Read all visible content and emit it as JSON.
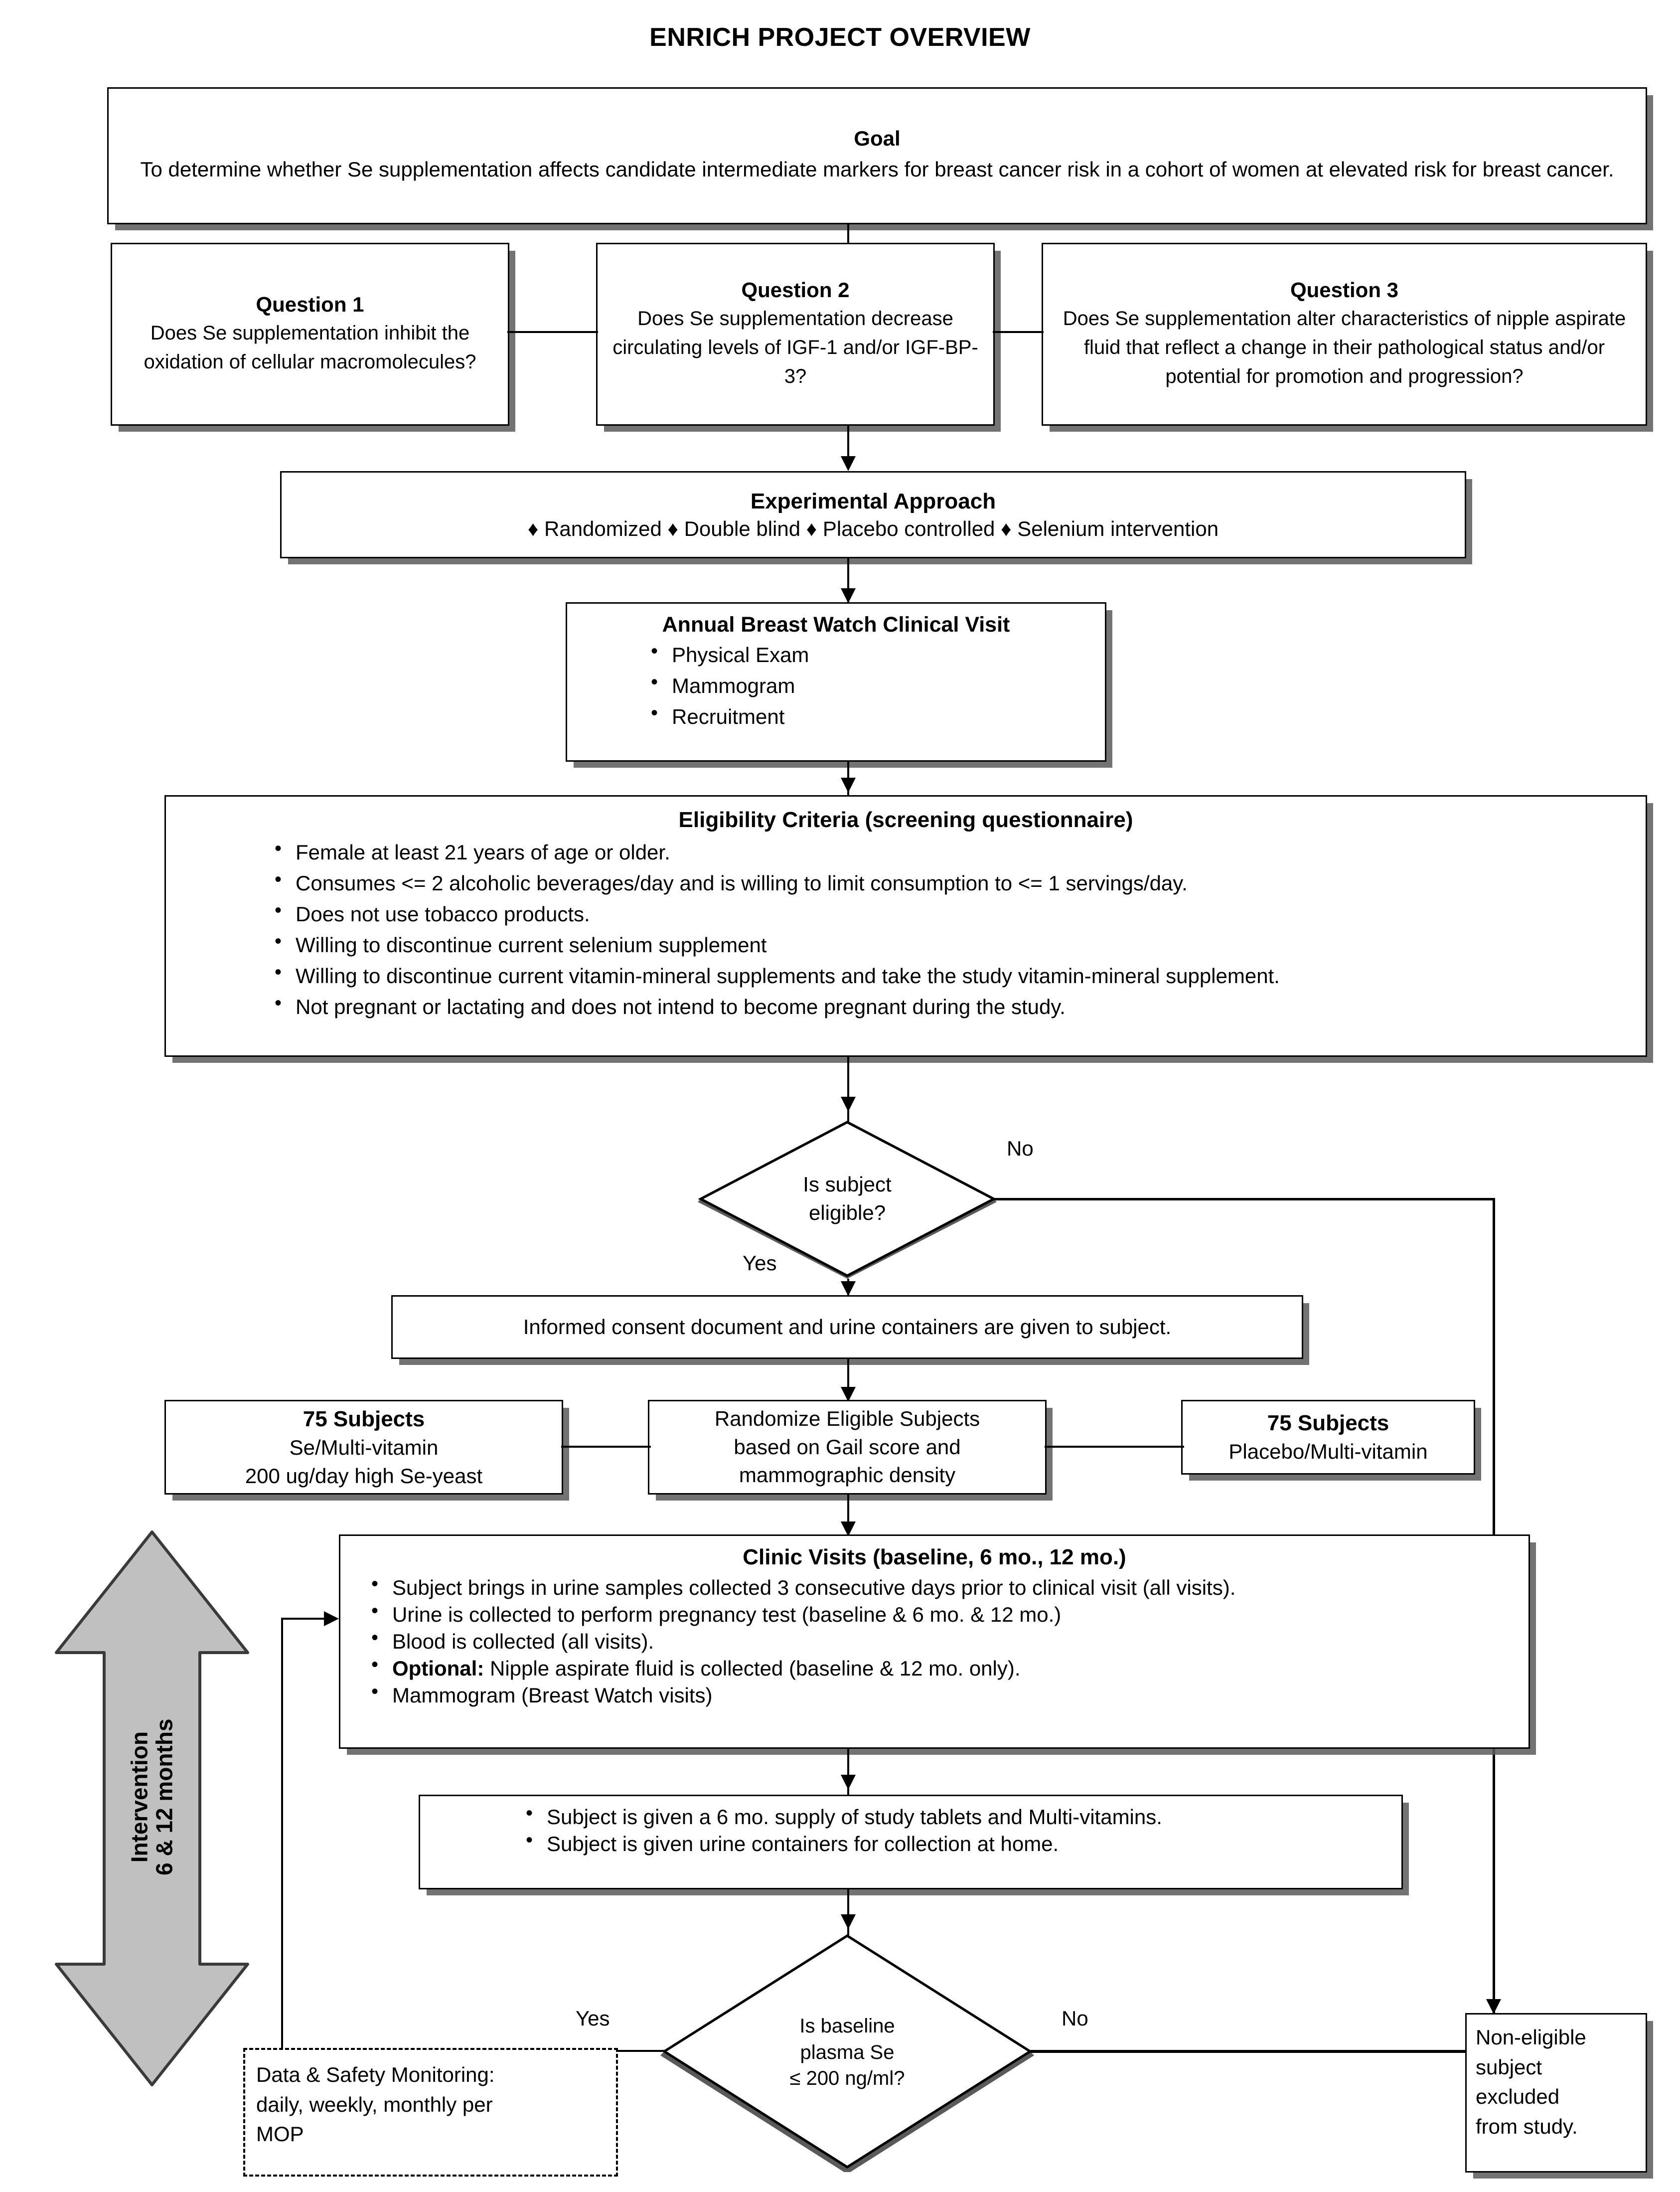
{
  "title": "ENRICH PROJECT OVERVIEW",
  "goal": {
    "heading": "Goal",
    "text": "To determine whether Se supplementation affects candidate intermediate markers for breast cancer risk in a cohort of women at elevated risk for breast cancer."
  },
  "questions": [
    {
      "heading": "Question 1",
      "text": "Does Se supplementation inhibit the oxidation of cellular macromolecules?"
    },
    {
      "heading": "Question 2",
      "text": "Does Se supplementation decrease circulating levels of IGF-1 and/or IGF-BP-3?"
    },
    {
      "heading": "Question 3",
      "text": "Does Se supplementation alter characteristics of nipple aspirate fluid that reflect a change in their pathological status and/or potential for promotion and progression?"
    }
  ],
  "experimental_approach": {
    "heading": "Experimental Approach",
    "items": [
      "Randomized",
      "Double blind",
      "Placebo controlled",
      "Selenium intervention"
    ],
    "separator": "♦"
  },
  "annual_visit": {
    "heading": "Annual Breast Watch Clinical Visit",
    "items": [
      "Physical Exam",
      "Mammogram",
      "Recruitment"
    ]
  },
  "eligibility": {
    "heading": "Eligibility Criteria (screening questionnaire)",
    "items": [
      "Female at least 21 years of age or older.",
      "Consumes <= 2 alcoholic beverages/day and is willing to limit consumption to <= 1 servings/day.",
      "Does not use tobacco products.",
      "Willing to discontinue current selenium supplement",
      "Willing to discontinue current vitamin-mineral supplements and take the study vitamin-mineral supplement.",
      "Not pregnant or lactating and does not intend to become pregnant during the study."
    ]
  },
  "decision_eligible": {
    "line1": "Is subject",
    "line2": "eligible?",
    "yes": "Yes",
    "no": "No"
  },
  "consent": {
    "text": "Informed consent document and urine containers are given to subject."
  },
  "arm_left": {
    "line1": "75 Subjects",
    "line2": "Se/Multi-vitamin",
    "line3": "200 ug/day high Se-yeast"
  },
  "randomize": {
    "line1": "Randomize Eligible Subjects",
    "line2": "based on Gail score and",
    "line3": "mammographic density"
  },
  "arm_right": {
    "line1": "75 Subjects",
    "line2": "Placebo/Multi-vitamin"
  },
  "clinic_visits": {
    "heading": "Clinic Visits (baseline, 6 mo., 12 mo.)",
    "items": [
      {
        "bold": "",
        "text": "Subject brings in urine samples collected 3 consecutive days prior to clinical visit (all visits)."
      },
      {
        "bold": "",
        "text": "Urine is collected to perform pregnancy test (baseline & 6 mo. & 12 mo.)"
      },
      {
        "bold": "",
        "text": "Blood is collected (all visits)."
      },
      {
        "bold": "Optional:",
        "text": " Nipple aspirate fluid is collected (baseline & 12 mo. only)."
      },
      {
        "bold": "",
        "text": "Mammogram (Breast Watch visits)"
      }
    ]
  },
  "supply": {
    "items": [
      "Subject is given a 6 mo. supply of study tablets and Multi-vitamins.",
      "Subject is given urine containers for collection at home."
    ]
  },
  "decision_plasma": {
    "line1": "Is baseline",
    "line2": "plasma Se",
    "line3": "≤ 200 ng/ml?",
    "yes": "Yes",
    "no": "No"
  },
  "dsmb": {
    "line1": "Data & Safety Monitoring:",
    "line2": "daily, weekly, monthly per",
    "line3": "MOP"
  },
  "non_eligible": {
    "line1": "Non-eligible",
    "line2": "subject",
    "line3": "excluded",
    "line4": "from study."
  },
  "intervention_arrow": {
    "line1": "Intervention",
    "line2": "6 & 12 months"
  },
  "colors": {
    "line": "#000000",
    "box_fill": "#ffffff",
    "shadow": "#5a5a5a",
    "arrow_fill": "#c0c0c0"
  }
}
